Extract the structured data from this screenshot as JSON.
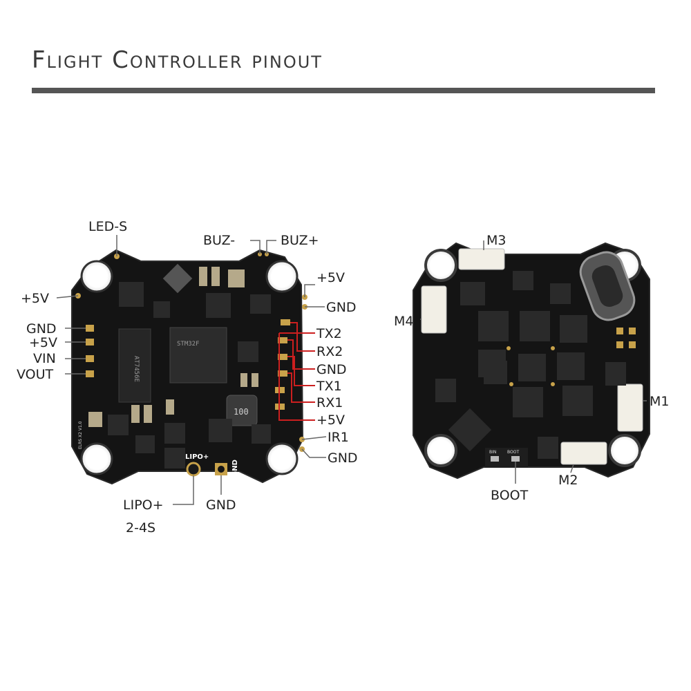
{
  "title": "Flight Controller pinout",
  "left_board": {
    "labels": {
      "led_s": "LED-S",
      "buz_minus": "BUZ-",
      "buz_plus": "BUZ+",
      "plus5v_top_right": "+5V",
      "gnd_top_right": "GND",
      "plus5v_left": "+5V",
      "gnd_left": "GND",
      "plus5v_left_2": "+5V",
      "vin": "VIN",
      "vout": "VOUT",
      "tx2": "TX2",
      "rx2": "RX2",
      "gnd_uart": "GND",
      "tx1": "TX1",
      "rx1": "RX1",
      "plus5v_uart": "+5V",
      "ir1": "IR1",
      "gnd_bottom_right": "GND",
      "lipo_plus": "LIPO+",
      "cells": "2-4S",
      "gnd_bottom": "GND"
    },
    "silk": {
      "lipo": "LIPO+",
      "gnd": "GND",
      "chip_main": "STM32F",
      "chip_left": "AT7456E",
      "inductor": "100",
      "version": "ELRS X2 V1.0"
    }
  },
  "right_board": {
    "labels": {
      "m3": "M3",
      "m4": "M4",
      "m1": "M1",
      "m2": "M2",
      "boot": "BOOT"
    },
    "silk": {
      "boot": "BOOT",
      "bin": "BIN"
    }
  },
  "colors": {
    "board": "#141414",
    "pad_gold": "#c8a24a",
    "leader_line": "#666666",
    "uart_highlight": "#cc1f1f",
    "title_rule": "#555555"
  }
}
